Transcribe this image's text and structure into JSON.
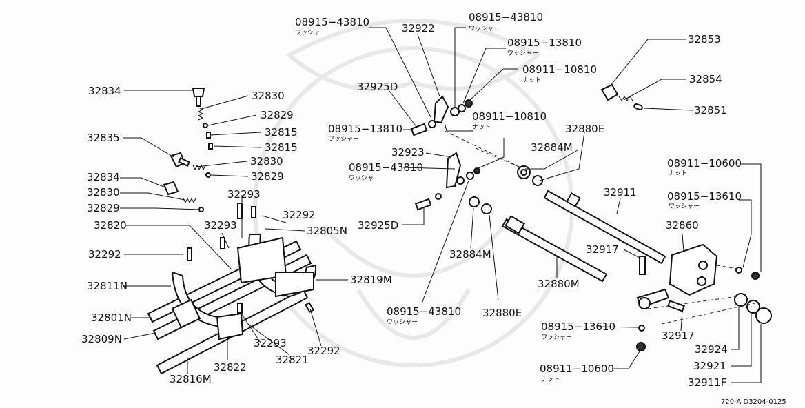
{
  "diagram": {
    "labels": {
      "p32834a": "32834",
      "p32830a": "32830",
      "p32829a": "32829",
      "p32815a": "32815",
      "p32815b": "32815",
      "p32835": "32835",
      "p32830b": "32830",
      "p32829b": "32829",
      "p32834b": "32834",
      "p32830c": "32830",
      "p32829c": "32829",
      "p32820": "32820",
      "p32293a": "32293",
      "p32293b": "32293",
      "p32292a": "32292",
      "p32805n": "32805N",
      "p32292b": "32292",
      "p32811n": "32811N",
      "p32819m": "32819M",
      "p32801n": "32801N",
      "p32809n": "32809N",
      "p32293c": "32293",
      "p32821": "32821",
      "p32292c": "32292",
      "p32822": "32822",
      "p32816m": "32816M",
      "w43810a": "08915−43810",
      "w43810a_jp": "ワッシャ",
      "p32922": "32922",
      "w43810b": "08915−43810",
      "w43810b_jp": "ワッシャー",
      "w13810a": "08915−13810",
      "w13810a_jp": "ワッシャー",
      "n10810a": "08911−10810",
      "n10810a_jp": "ナット",
      "p32925d_a": "32925D",
      "w13810b": "08915−13810",
      "w13810b_jp": "ワッシャー",
      "n10810b": "08911−10810",
      "n10810b_jp": "ナット",
      "p32923": "32923",
      "w43810c": "08915−43810",
      "w43810c_jp": "ワッシャ",
      "p32925d_b": "32925D",
      "p32884m_a": "32884M",
      "p32880e_a": "32880E",
      "p32884m_b": "32884M",
      "w43810d": "08915−43810",
      "w43810d_jp": "ワッシャー",
      "p32880m": "32880M",
      "p32880e_b": "32880E",
      "p32853": "32853",
      "p32854": "32854",
      "p32851": "32851",
      "n10600a": "08911−10600",
      "n10600a_jp": "ナット",
      "p32911": "32911",
      "w13610a": "08915−13610",
      "w13610a_jp": "ワッシャー",
      "p32860": "32860",
      "p32917a": "32917",
      "p32917b": "32917",
      "w13610b": "08915−13610",
      "w13610b_jp": "ワッシャー",
      "p32924": "32924",
      "p32921": "32921",
      "n10600b": "08911−10600",
      "n10600b_jp": "ナット",
      "p32911f": "32911F"
    },
    "ref_code": "720-A D3204-0125"
  }
}
